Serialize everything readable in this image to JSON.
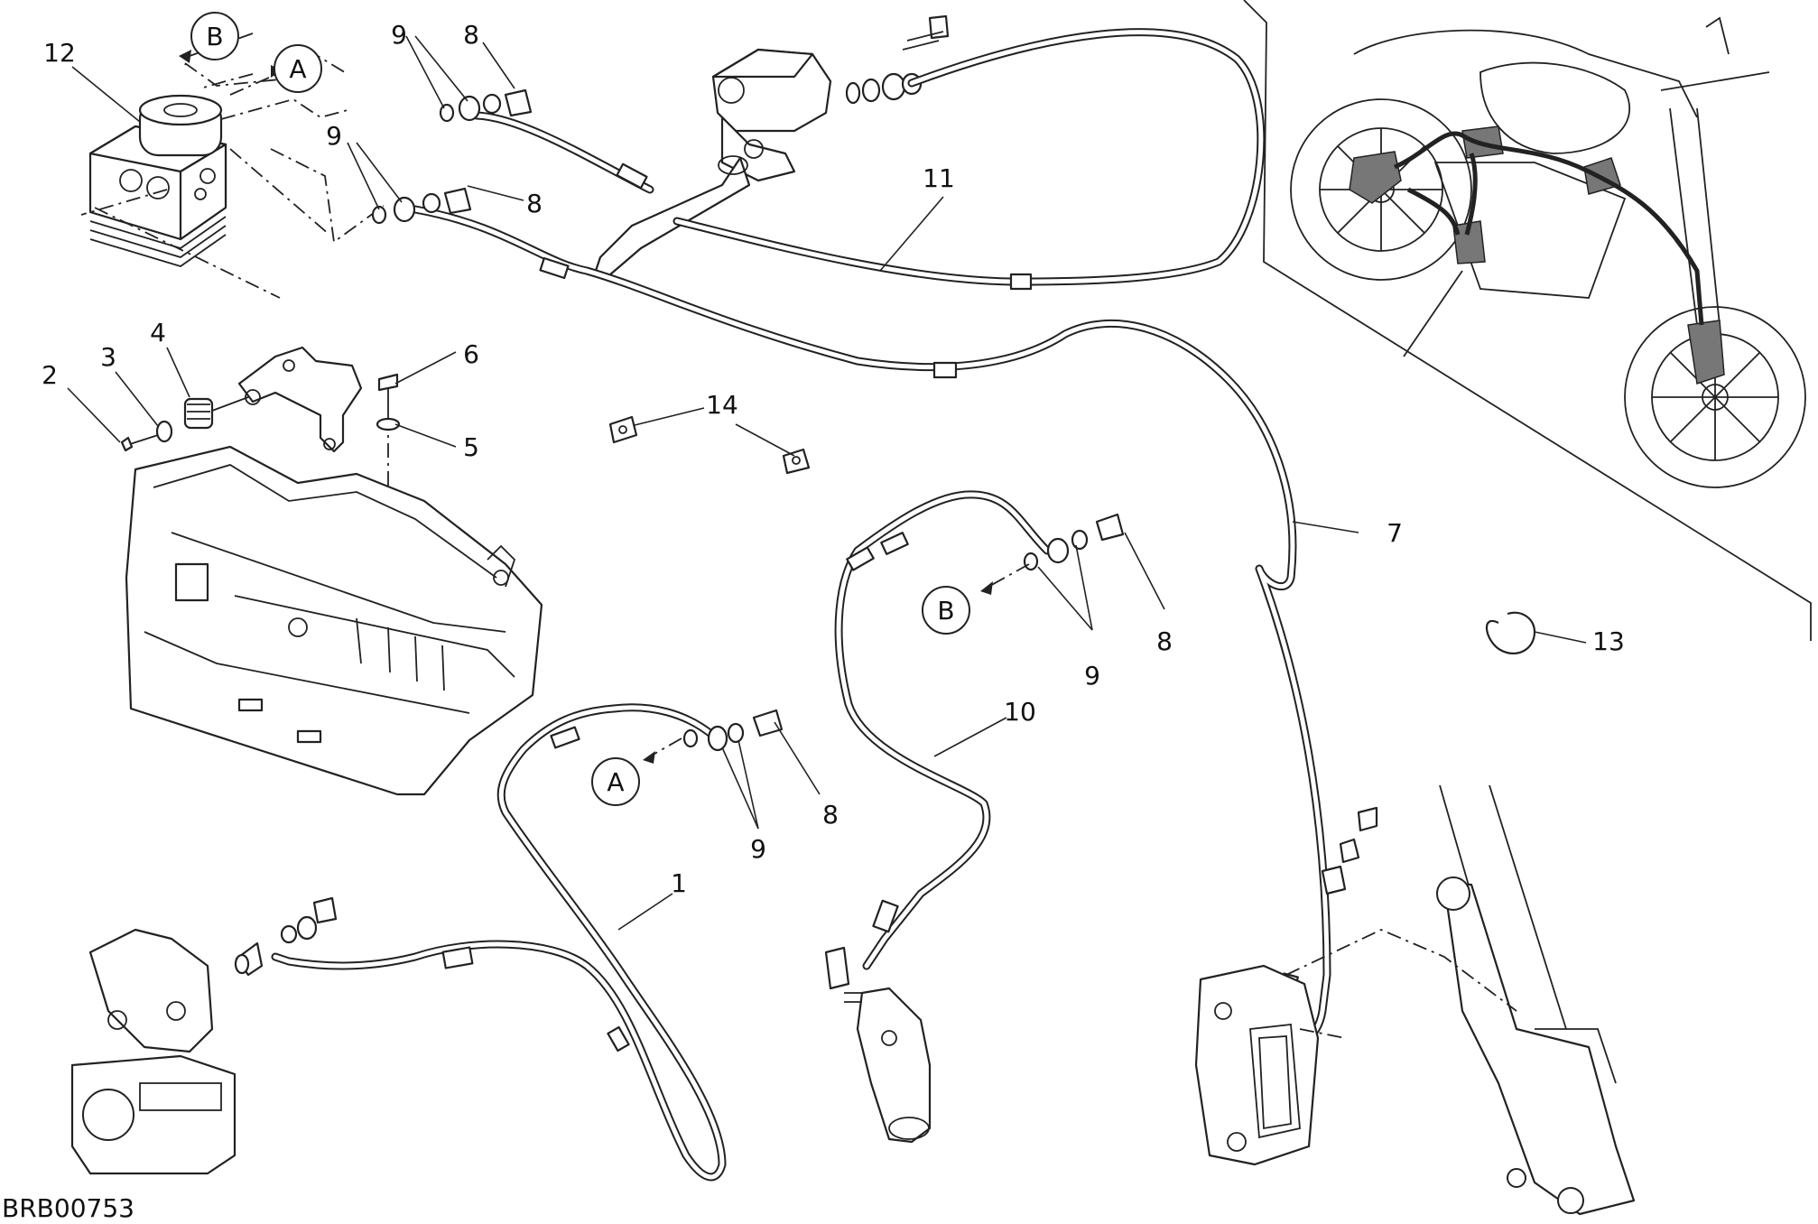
{
  "drawing_code": "BRB00753",
  "callouts": {
    "c1": "1",
    "c2": "2",
    "c3": "3",
    "c4": "4",
    "c5": "5",
    "c6": "6",
    "c7": "7",
    "c8a": "8",
    "c8b": "8",
    "c8c": "8",
    "c8d": "8",
    "c9a": "9",
    "c9b": "9",
    "c9c": "9",
    "c9d": "9",
    "c10": "10",
    "c11": "11",
    "c12": "12",
    "c13": "13",
    "c14": "14"
  },
  "connectors": {
    "a_top": "A",
    "b_top": "B",
    "a_bottom": "A",
    "b_mid": "B"
  }
}
